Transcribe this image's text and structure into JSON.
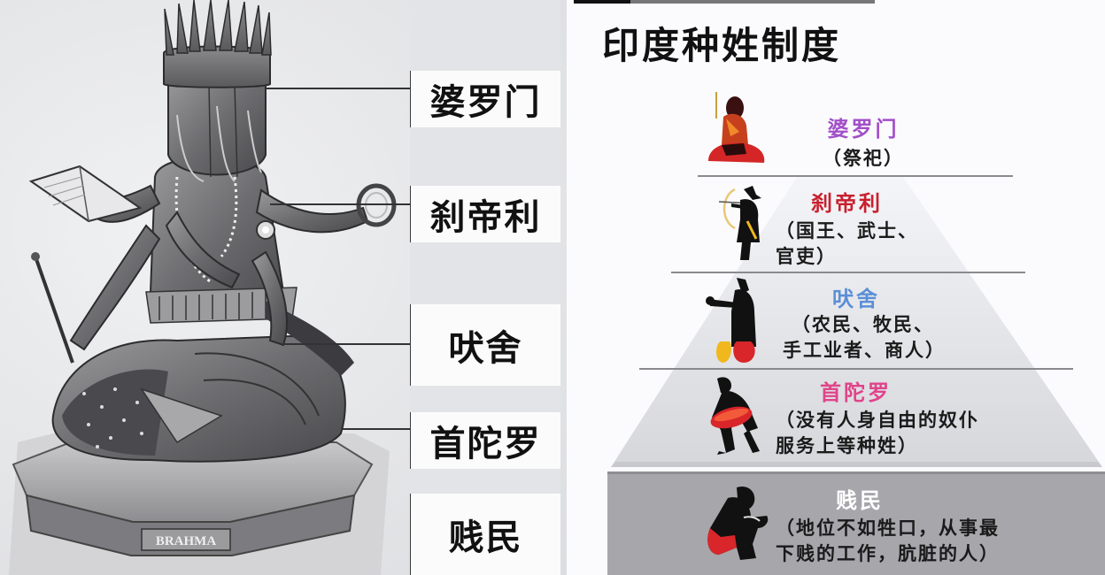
{
  "left_panel": {
    "statue": {
      "subject": "Brahma statue (four-faced, four-armed, crowned, seated on pedestal)",
      "pedestal_plaque": "BRAHMA"
    },
    "labels": [
      {
        "text": "婆罗门",
        "body_part": "head"
      },
      {
        "text": "刹帝利",
        "body_part": "arms"
      },
      {
        "text": "吠舍",
        "body_part": "thighs"
      },
      {
        "text": "首陀罗",
        "body_part": "feet"
      },
      {
        "text": "贱民",
        "body_part": "none"
      }
    ]
  },
  "right_panel": {
    "title": "印度种姓制度",
    "tiers": [
      {
        "name": "婆罗门",
        "name_color": "#a24fc8",
        "desc_lines": [
          "（祭祀）"
        ],
        "figure": "meditating-priest-icon"
      },
      {
        "name": "刹帝利",
        "name_color": "#c8202e",
        "desc_lines": [
          "（国王、武士、",
          "官吏）"
        ],
        "figure": "archer-warrior-icon"
      },
      {
        "name": "吠舍",
        "name_color": "#5b8fd6",
        "desc_lines": [
          "（农民、牧民、",
          "手工业者、商人）"
        ],
        "figure": "merchant-with-pots-icon"
      },
      {
        "name": "首陀罗",
        "name_color": "#e0448a",
        "desc_lines": [
          "（没有人身自由的奴仆",
          "服务上等种姓）"
        ],
        "figure": "laborer-carrying-load-icon"
      },
      {
        "name": "贱民",
        "name_color": "#ffffff",
        "desc_lines": [
          "（地位不如牲口，从事最",
          "下贱的工作，肮脏的人）"
        ],
        "figure": "crouching-outcast-icon"
      }
    ],
    "colors": {
      "pyramid_light": "#f2f3f6",
      "pyramid_mid": "#dcdde1",
      "base_block": "#a7a6ab",
      "separator": "#8a8a8e",
      "figure_black": "#111111",
      "figure_red": "#d8262a",
      "figure_yellow": "#f0b81c"
    }
  }
}
